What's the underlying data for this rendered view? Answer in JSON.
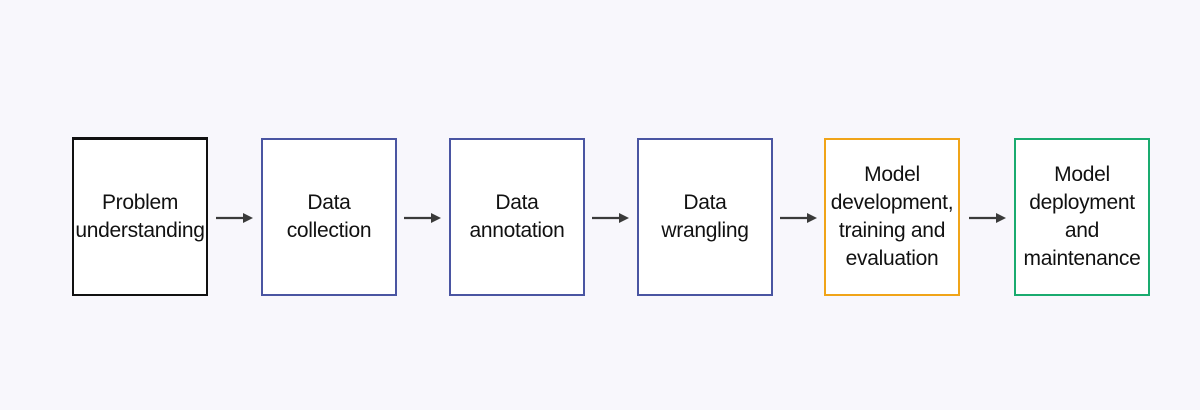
{
  "diagram": {
    "steps": [
      {
        "label": "Problem\nunderstanding",
        "border_color": "#111111"
      },
      {
        "label": "Data\ncollection",
        "border_color": "#4a55a2"
      },
      {
        "label": "Data\nannotation",
        "border_color": "#4a55a2"
      },
      {
        "label": "Data\nwrangling",
        "border_color": "#4a55a2"
      },
      {
        "label": "Model\ndevelopment,\ntraining and\nevaluation",
        "border_color": "#f0a419"
      },
      {
        "label": "Model\ndeployment\nand\nmaintenance",
        "border_color": "#1aab6f"
      }
    ],
    "arrow_color": "#3a3a3a",
    "background": "#f8f7fc"
  }
}
